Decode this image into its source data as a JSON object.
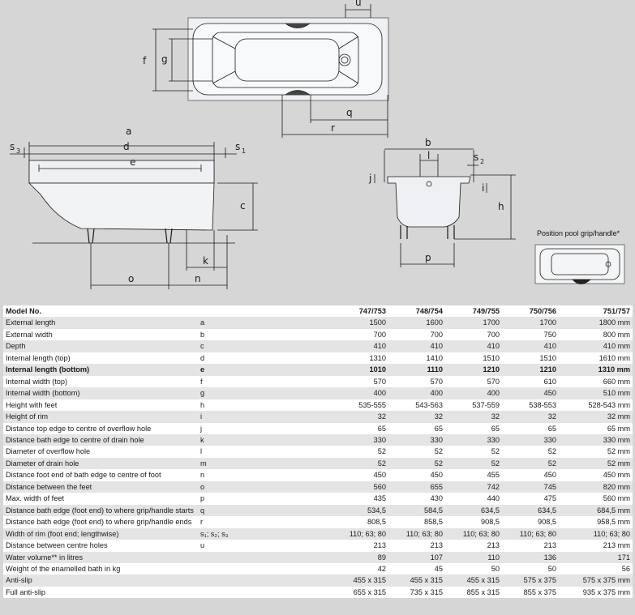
{
  "dimension_labels": {
    "u": "u",
    "f": "f",
    "g": "g",
    "q": "q",
    "r": "r",
    "a": "a",
    "d": "d",
    "s3": "s",
    "s3_sub": "3",
    "s1": "s",
    "s1_sub": "1",
    "e": "e",
    "c": "c",
    "k": "k",
    "o": "o",
    "n": "n",
    "b": "b",
    "l": "l",
    "s2": "s",
    "s2_sub": "2",
    "j": "j",
    "i": "i",
    "h": "h",
    "p": "p"
  },
  "pool_caption": "Position pool grip/handle*",
  "table": {
    "header": {
      "label": "Model No.",
      "sym": "",
      "cols": [
        "747/753",
        "748/754",
        "749/755",
        "750/756",
        "751/757"
      ]
    },
    "rows": [
      {
        "label": "External length",
        "sym": "a",
        "v": [
          "1500",
          "1600",
          "1700",
          "1700",
          "1800 mm"
        ]
      },
      {
        "label": "External width",
        "sym": "b",
        "v": [
          "700",
          "700",
          "700",
          "750",
          "800 mm"
        ]
      },
      {
        "label": "Depth",
        "sym": "c",
        "v": [
          "410",
          "410",
          "410",
          "410",
          "410 mm"
        ]
      },
      {
        "label": "Internal length (top)",
        "sym": "d",
        "v": [
          "1310",
          "1410",
          "1510",
          "1510",
          "1610 mm"
        ]
      },
      {
        "label": "Internal length (bottom)",
        "sym": "e",
        "v": [
          "1010",
          "1110",
          "1210",
          "1210",
          "1310 mm"
        ],
        "bold": true
      },
      {
        "label": "Internal width (top)",
        "sym": "f",
        "v": [
          "570",
          "570",
          "570",
          "610",
          "660 mm"
        ]
      },
      {
        "label": "Internal width (bottom)",
        "sym": "g",
        "v": [
          "400",
          "400",
          "400",
          "450",
          "510 mm"
        ]
      },
      {
        "label": "Height with feet",
        "sym": "h",
        "v": [
          "535-555",
          "543-563",
          "537-559",
          "538-553",
          "528-543 mm"
        ]
      },
      {
        "label": "Height of rim",
        "sym": "i",
        "v": [
          "32",
          "32",
          "32",
          "32",
          "32 mm"
        ]
      },
      {
        "label": "Distance top edge to centre of overflow hole",
        "sym": "j",
        "v": [
          "65",
          "65",
          "65",
          "65",
          "65 mm"
        ]
      },
      {
        "label": "Distance bath edge to centre of drain hole",
        "sym": "k",
        "v": [
          "330",
          "330",
          "330",
          "330",
          "330 mm"
        ]
      },
      {
        "label": "Diameter of overflow hole",
        "sym": "l",
        "v": [
          "52",
          "52",
          "52",
          "52",
          "52 mm"
        ]
      },
      {
        "label": "Diameter of drain hole",
        "sym": "m",
        "v": [
          "52",
          "52",
          "52",
          "52",
          "52 mm"
        ]
      },
      {
        "label": "Distance foot end of bath edge to centre of foot",
        "sym": "n",
        "v": [
          "450",
          "450",
          "455",
          "450",
          "450 mm"
        ]
      },
      {
        "label": "Distance between the feet",
        "sym": "o",
        "v": [
          "560",
          "655",
          "742",
          "745",
          "820 mm"
        ]
      },
      {
        "label": "Max. width of feet",
        "sym": "p",
        "v": [
          "435",
          "430",
          "440",
          "475",
          "560 mm"
        ]
      },
      {
        "label": "Distance bath edge (foot end) to where grip/handle starts",
        "sym": "q",
        "v": [
          "534,5",
          "584,5",
          "634,5",
          "634,5",
          "684,5 mm"
        ]
      },
      {
        "label": "Distance bath edge (foot end) to where grip/handle ends",
        "sym": "r",
        "v": [
          "808,5",
          "858,5",
          "908,5",
          "908,5",
          "958,5 mm"
        ]
      },
      {
        "label": "Width of rim (foot end; lengthwise)",
        "sym": "s₁; s₂; s₃",
        "v": [
          "110; 63; 80",
          "110; 63; 80",
          "110; 63; 80",
          "110; 63; 80",
          "110; 63; 80"
        ]
      },
      {
        "label": "Distance between centre holes",
        "sym": "u",
        "v": [
          "213",
          "213",
          "213",
          "213",
          "213 mm"
        ]
      },
      {
        "label": "Water volume** in litres",
        "sym": "",
        "v": [
          "89",
          "107",
          "110",
          "136",
          "171"
        ]
      },
      {
        "label": "Weight of the enamelled bath in kg",
        "sym": "",
        "v": [
          "42",
          "45",
          "50",
          "50",
          "56"
        ]
      },
      {
        "label": "Anti-slip",
        "sym": "",
        "v": [
          "455 x 315",
          "455 x 315",
          "455 x 315",
          "575 x 375",
          "575 x 375 mm"
        ]
      },
      {
        "label": "Full anti-slip",
        "sym": "",
        "v": [
          "655 x 315",
          "735 x 315",
          "855 x 315",
          "855 x 375",
          "935 x 375 mm"
        ]
      }
    ]
  }
}
